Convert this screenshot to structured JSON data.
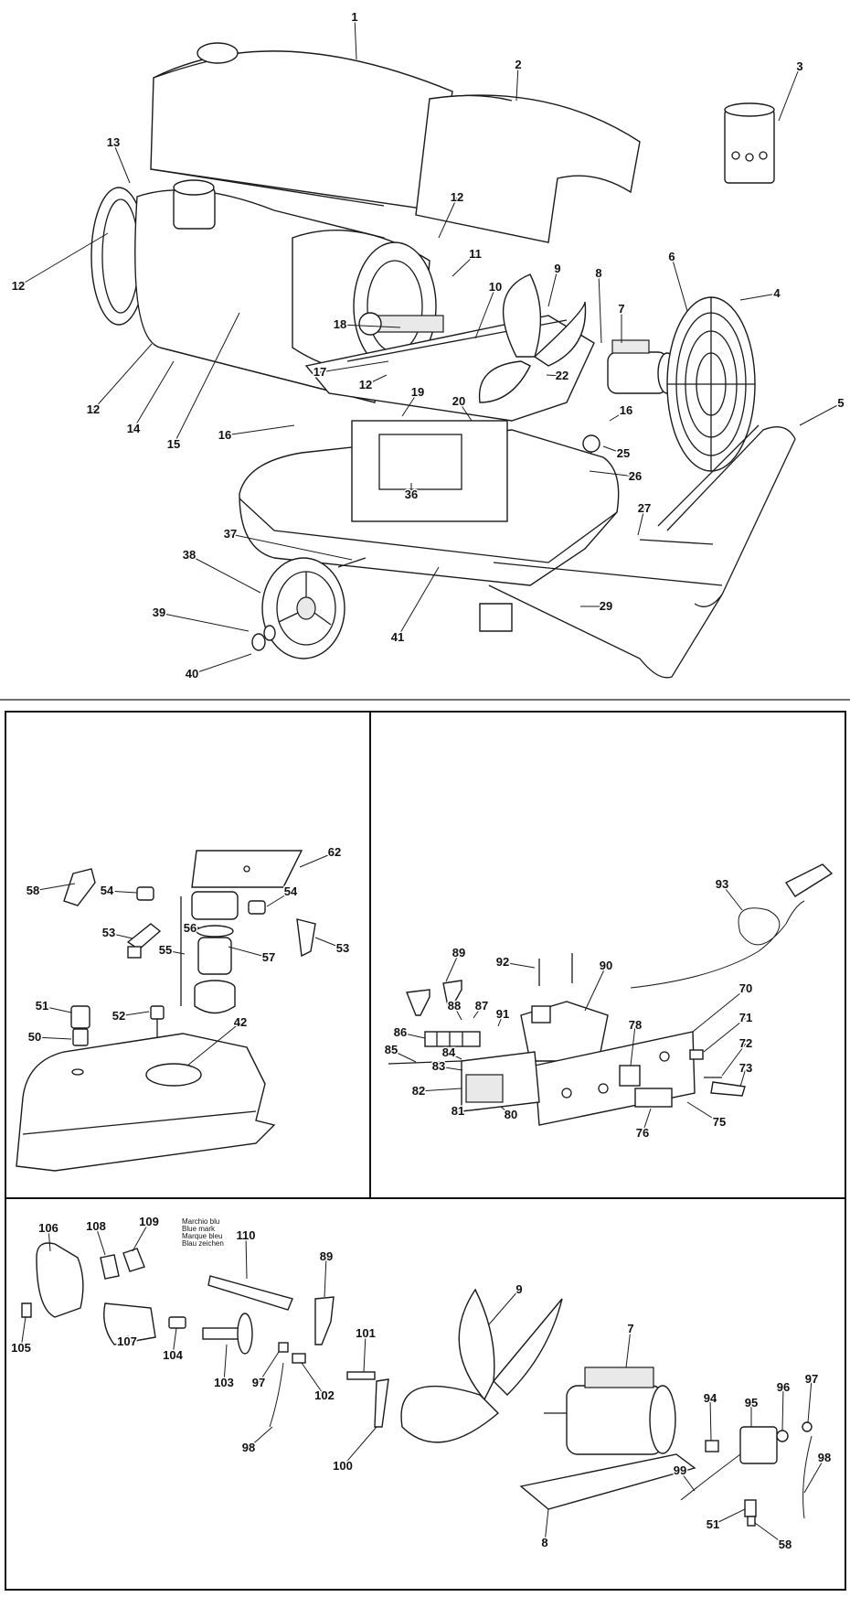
{
  "diagram": {
    "labels": [
      "1",
      "2",
      "3",
      "4",
      "5",
      "6",
      "7",
      "8",
      "9",
      "10",
      "11",
      "12",
      "13",
      "14",
      "15",
      "16",
      "17",
      "18",
      "19",
      "20",
      "22",
      "25",
      "26",
      "27",
      "29",
      "36",
      "37",
      "38",
      "39",
      "40",
      "41",
      "42",
      "50",
      "51",
      "52",
      "53",
      "54",
      "55",
      "56",
      "57",
      "58",
      "62",
      "70",
      "71",
      "72",
      "73",
      "75",
      "76",
      "78",
      "80",
      "81",
      "82",
      "83",
      "84",
      "85",
      "86",
      "87",
      "88",
      "89",
      "90",
      "91",
      "92",
      "93",
      "94",
      "95",
      "96",
      "97",
      "98",
      "99",
      "100",
      "101",
      "102",
      "103",
      "104",
      "105",
      "106",
      "107",
      "108",
      "109",
      "110"
    ],
    "blue_mark_note": [
      "Marchio blu",
      "Blue mark",
      "Marque bleu",
      "Blau zeichen"
    ]
  }
}
